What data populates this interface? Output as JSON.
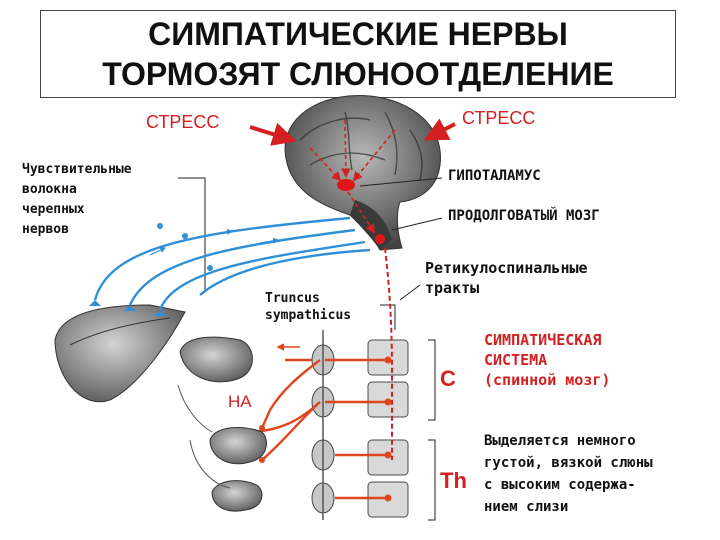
{
  "title": {
    "line1": "СИМПАТИЧЕСКИЕ НЕРВЫ",
    "line2": "ТОРМОЗЯТ СЛЮНООТДЕЛЕНИЕ"
  },
  "labels": {
    "stress_left": "СТРЕСС",
    "stress_right": "СТРЕСС",
    "sensory_fibers": [
      "Чувствительные",
      "волокна",
      "черепных",
      "нервов"
    ],
    "hypothalamus": "ГИПОТАЛАМУС",
    "medulla": "ПРОДОЛГОВАТЫЙ МОЗГ",
    "reticulospinal": [
      "Ретикулоспинальные",
      "тракты"
    ],
    "truncus": [
      "Truncus",
      "sympathicus"
    ],
    "sympathetic_system": [
      "СИМПАТИЧЕСКАЯ",
      "СИСТЕМА",
      "(спинной мозг)"
    ],
    "segment_c": "C",
    "segment_th": "Th",
    "ha": "НА",
    "result": [
      "Выделяется немного",
      "густой, вязкой слюны",
      "с высоким содержа-",
      "нием слизи"
    ]
  },
  "colors": {
    "stress_arrow": "#d42020",
    "sympathetic_path": "#e0461e",
    "sensory_path": "#2f8fd8",
    "brain": "#6d6d6d",
    "gland": "#8a8a8a"
  }
}
